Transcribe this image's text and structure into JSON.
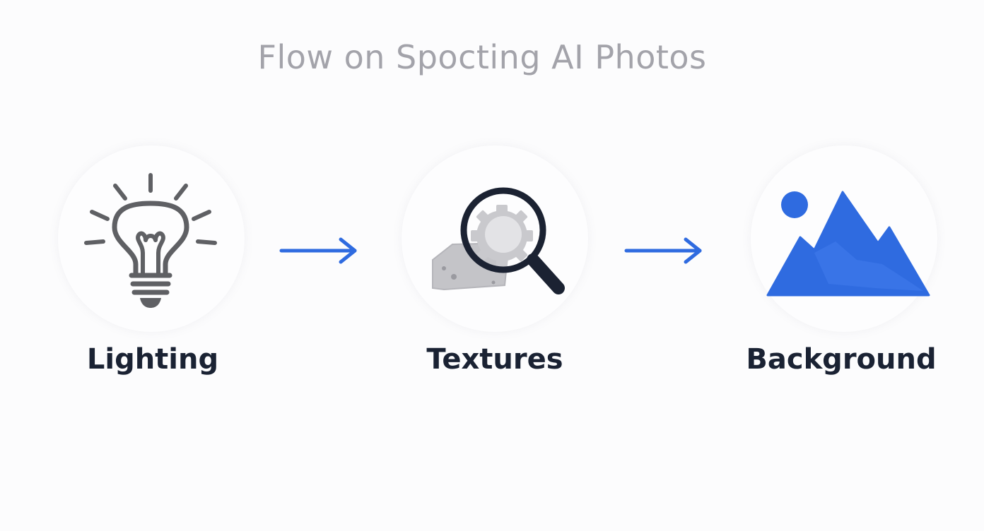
{
  "title": "Flow on Spocting AI Photos",
  "steps": [
    {
      "label": "Lighting",
      "icon": "lightbulb-icon"
    },
    {
      "label": "Textures",
      "icon": "magnifier-texture-icon"
    },
    {
      "label": "Background",
      "icon": "mountain-landscape-icon"
    }
  ],
  "connectors": [
    {
      "icon": "arrow-right-icon"
    },
    {
      "icon": "arrow-right-icon"
    }
  ],
  "colors": {
    "title": "#a3a3aa",
    "label": "#1a2233",
    "accent_blue": "#2f6be0",
    "bulb_gray": "#5f6064",
    "magnifier_dark": "#1b2232",
    "texture_gray": "#c4c4c8"
  }
}
